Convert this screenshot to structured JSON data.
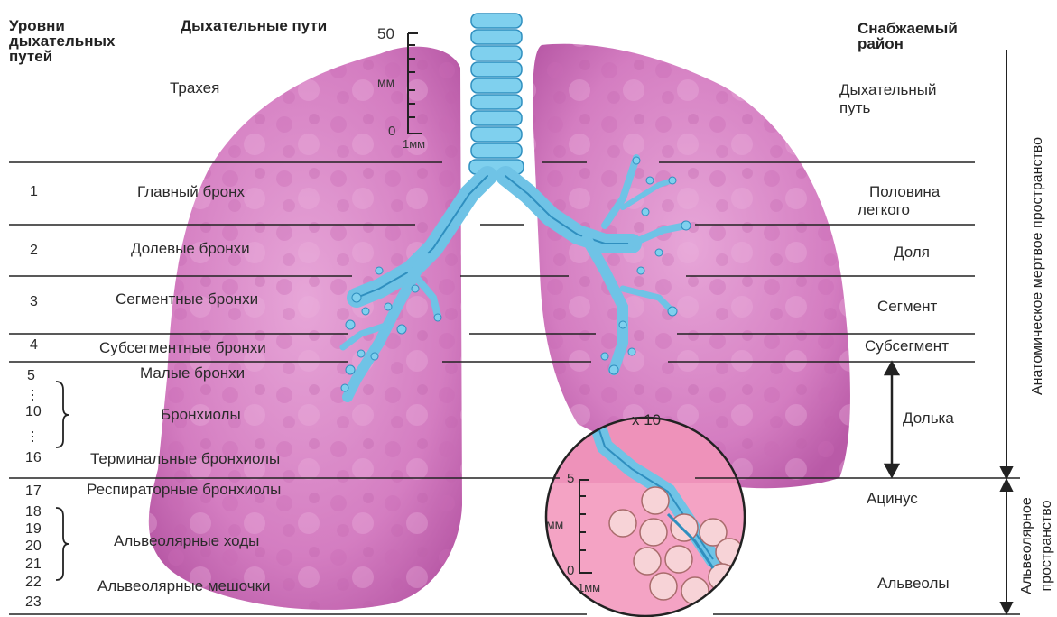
{
  "headers": {
    "levels": "Уровни дыхательных путей",
    "airways": "Дыхательные пути",
    "region": "Снабжаемый район"
  },
  "trachea": {
    "airway": "Трахея",
    "region_line1": "Дыхательный",
    "region_line2": "путь"
  },
  "scale_top": {
    "top": "50",
    "unit": "мм",
    "zero": "0",
    "bottom_unit": "1мм"
  },
  "rows": [
    {
      "level": "1",
      "airway": "Главный бронх",
      "region_line1": "Половина",
      "region_line2": "легкого"
    },
    {
      "level": "2",
      "airway": "Долевые бронхи",
      "region": "Доля"
    },
    {
      "level": "3",
      "airway": "Сегментные бронхи",
      "region": "Сегмент"
    },
    {
      "level": "4",
      "airway": "Субсегментные бронхи",
      "region": "Субсегмент"
    }
  ],
  "lobule_group": {
    "levels": [
      "5",
      "10",
      "16"
    ],
    "airways": [
      "Малые бронхи",
      "Бронхиолы",
      "Терминальные бронхиолы"
    ],
    "region": "Долька"
  },
  "acinus_group": {
    "levels": [
      "17",
      "18",
      "19",
      "20",
      "21",
      "22",
      "23"
    ],
    "airways": [
      "Респираторные бронхиолы",
      "Альвеолярные ходы",
      "Альвеолярные мешочки"
    ],
    "region_acinus": "Ацинус",
    "region_alveoli": "Альвеолы"
  },
  "magnifier": {
    "label": "х 10",
    "top": "5",
    "unit": "мм",
    "zero": "0",
    "bottom_unit": "1мм"
  },
  "side_labels": {
    "dead_space": "Анатомическое мертвое пространство",
    "alveolar_line1": "Альвеолярное",
    "alveolar_line2": "пространство"
  },
  "colors": {
    "lung": "#d77fc4",
    "lung_dark": "#b85aa6",
    "bronchi": "#6fc3e6",
    "bronchi_dark": "#2f8fbf",
    "alveoli": "#f6d2d6"
  }
}
